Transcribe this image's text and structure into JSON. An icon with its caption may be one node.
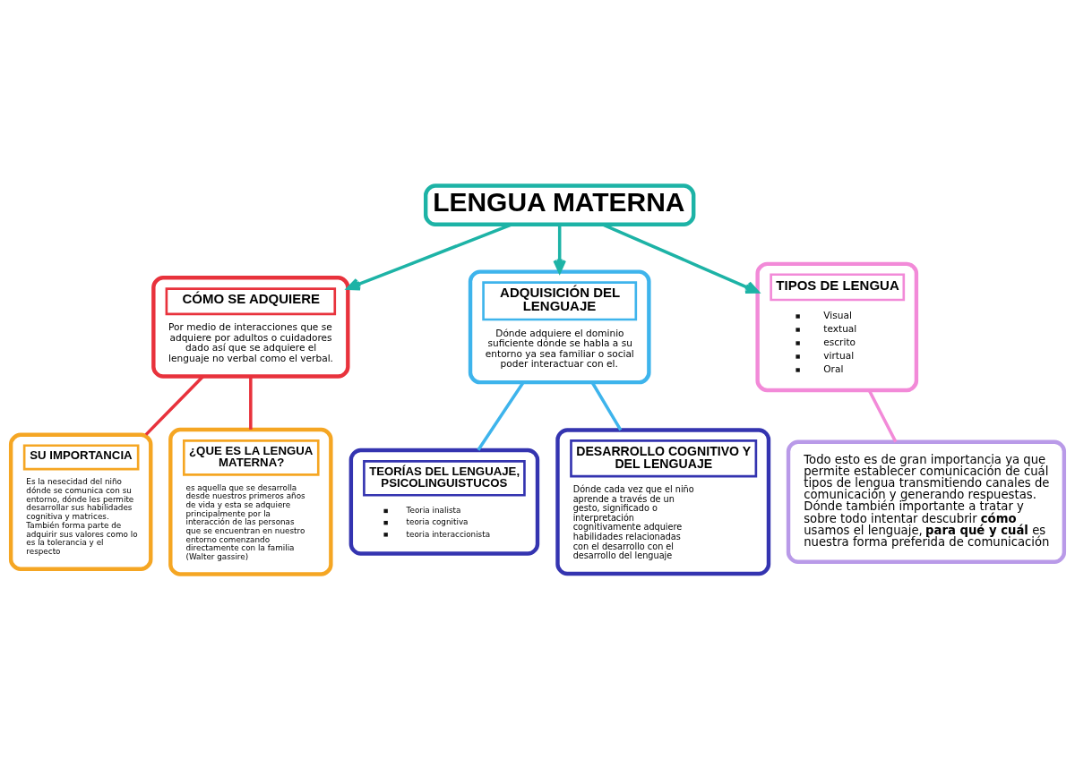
{
  "diagram": {
    "nodes": [
      {
        "text": [
          "LENGUA MATERNA"
        ]
      },
      {
        "text": [
          "CÓMO SE ADQUIERE",
          "Por medio de interacciones que se adquiere por adultos o cuidadores dado así que se adquiere el lenguaje no verbal como el verbal."
        ]
      },
      {
        "text": [
          "ADQUISICIÓN DEL LENGUAJE",
          "Dónde adquiere el dominio suficiente dónde se habla a su entorno ya sea familiar o social poder interactuar con el."
        ]
      },
      {
        "text": [
          "TIPOS DE LENGUA",
          "Visual",
          "textual",
          "escrito",
          "virtual",
          "Oral"
        ]
      },
      {
        "text": [
          "SU IMPORTANCIA",
          "Es la nesecidad del niño dónde se comunica con su entorno, dónde les permite desarrollar sus habilidades cognitiva y matrices. También forma parte de adquirir sus valores como lo es la tolerancia y el respecto"
        ]
      },
      {
        "text": [
          "¿QUE ES LA LENGUA MATERNA?",
          "es aquella que se desarrolla desde nuestros primeros años de vida y esta se adquiere principalmente por la interacción de las personas que se encuentran en nuestro entorno comenzando directamente con la familia (Walter gassire)"
        ]
      },
      {
        "text": [
          "TEORÍAS DEL LENGUAJE, PSICOLINGUISTUCOS",
          "Teoria inalista",
          "teoria cognitiva",
          "teoria interaccionista"
        ]
      },
      {
        "text": [
          "DESARROLLO COGNITIVO Y DEL LENGUAJE",
          "Dónde cada vez que el niño aprende a través de un gesto, significado o interpretación cognitivamente adquiere habilidades relacionadas con el desarrollo con el desarrollo del lenguaje"
        ]
      },
      {
        "text": [
          "Todo esto es de gran importancia ya que permite establecer comunicación de cuál tipos de lengua transmitiendo canales de comunicación y generando respuestas. Dónde también importante a tratar y sobre todo intentar descubrir **cómo** usamos el lenguaje, **para qué y cuál** es nuestra forma preferida de comunicación"
        ]
      }
    ],
    "edges": [
      {
        "from": 0,
        "to": 1,
        "arrow": "to",
        "color": "#1db3a6"
      },
      {
        "from": 0,
        "to": 2,
        "arrow": "to",
        "color": "#1db3a6"
      },
      {
        "from": 0,
        "to": 3,
        "arrow": "to",
        "color": "#1db3a6"
      },
      {
        "from": 1,
        "to": 4,
        "arrow": "none",
        "color": "#e8323c"
      },
      {
        "from": 1,
        "to": 5,
        "arrow": "none",
        "color": "#e8323c"
      },
      {
        "from": 2,
        "to": 6,
        "arrow": "none",
        "color": "#3eb4ec"
      },
      {
        "from": 2,
        "to": 7,
        "arrow": "none",
        "color": "#3eb4ec"
      },
      {
        "from": 3,
        "to": 8,
        "arrow": "none",
        "color": "#f28ad8"
      }
    ]
  }
}
